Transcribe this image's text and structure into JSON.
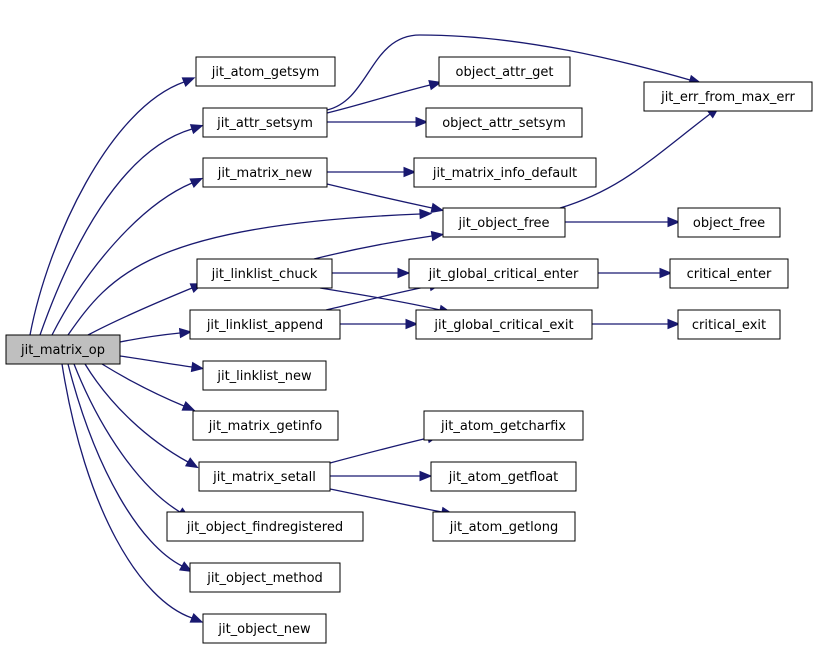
{
  "diagram": {
    "nodes": [
      {
        "id": "root",
        "label": "jit_matrix_op",
        "highlighted": true
      },
      {
        "id": "atom_getsym",
        "label": "jit_atom_getsym"
      },
      {
        "id": "attr_setsym",
        "label": "jit_attr_setsym"
      },
      {
        "id": "matrix_new",
        "label": "jit_matrix_new"
      },
      {
        "id": "linklist_chuck",
        "label": "jit_linklist_chuck"
      },
      {
        "id": "linklist_append",
        "label": "jit_linklist_append"
      },
      {
        "id": "linklist_new",
        "label": "jit_linklist_new"
      },
      {
        "id": "matrix_getinfo",
        "label": "jit_matrix_getinfo"
      },
      {
        "id": "matrix_setall",
        "label": "jit_matrix_setall"
      },
      {
        "id": "object_findregistered",
        "label": "jit_object_findregistered"
      },
      {
        "id": "object_method",
        "label": "jit_object_method"
      },
      {
        "id": "object_new",
        "label": "jit_object_new"
      },
      {
        "id": "object_attr_get",
        "label": "object_attr_get"
      },
      {
        "id": "object_attr_setsym",
        "label": "object_attr_setsym"
      },
      {
        "id": "matrix_info_default",
        "label": "jit_matrix_info_default"
      },
      {
        "id": "object_free",
        "label": "jit_object_free"
      },
      {
        "id": "global_critical_enter",
        "label": "jit_global_critical_enter"
      },
      {
        "id": "global_critical_exit",
        "label": "jit_global_critical_exit"
      },
      {
        "id": "atom_getcharfix",
        "label": "jit_atom_getcharfix"
      },
      {
        "id": "atom_getfloat",
        "label": "jit_atom_getfloat"
      },
      {
        "id": "atom_getlong",
        "label": "jit_atom_getlong"
      },
      {
        "id": "err_from_max_err",
        "label": "jit_err_from_max_err"
      },
      {
        "id": "obj_free",
        "label": "object_free"
      },
      {
        "id": "critical_enter",
        "label": "critical_enter"
      },
      {
        "id": "critical_exit",
        "label": "critical_exit"
      }
    ],
    "edges": [
      {
        "from": "root",
        "to": "atom_getsym"
      },
      {
        "from": "root",
        "to": "attr_setsym"
      },
      {
        "from": "root",
        "to": "matrix_new"
      },
      {
        "from": "root",
        "to": "object_free"
      },
      {
        "from": "root",
        "to": "linklist_chuck"
      },
      {
        "from": "root",
        "to": "linklist_append"
      },
      {
        "from": "root",
        "to": "linklist_new"
      },
      {
        "from": "root",
        "to": "matrix_getinfo"
      },
      {
        "from": "root",
        "to": "matrix_setall"
      },
      {
        "from": "root",
        "to": "object_findregistered"
      },
      {
        "from": "root",
        "to": "object_method"
      },
      {
        "from": "root",
        "to": "object_new"
      },
      {
        "from": "attr_setsym",
        "to": "err_from_max_err"
      },
      {
        "from": "attr_setsym",
        "to": "object_attr_get"
      },
      {
        "from": "attr_setsym",
        "to": "object_attr_setsym"
      },
      {
        "from": "matrix_new",
        "to": "matrix_info_default"
      },
      {
        "from": "matrix_new",
        "to": "object_free"
      },
      {
        "from": "object_free",
        "to": "err_from_max_err"
      },
      {
        "from": "object_free",
        "to": "obj_free"
      },
      {
        "from": "linklist_chuck",
        "to": "object_free"
      },
      {
        "from": "linklist_chuck",
        "to": "global_critical_enter"
      },
      {
        "from": "linklist_chuck",
        "to": "global_critical_exit"
      },
      {
        "from": "linklist_append",
        "to": "global_critical_enter"
      },
      {
        "from": "linklist_append",
        "to": "global_critical_exit"
      },
      {
        "from": "global_critical_enter",
        "to": "critical_enter"
      },
      {
        "from": "global_critical_exit",
        "to": "critical_exit"
      },
      {
        "from": "matrix_setall",
        "to": "atom_getcharfix"
      },
      {
        "from": "matrix_setall",
        "to": "atom_getfloat"
      },
      {
        "from": "matrix_setall",
        "to": "atom_getlong"
      }
    ]
  }
}
